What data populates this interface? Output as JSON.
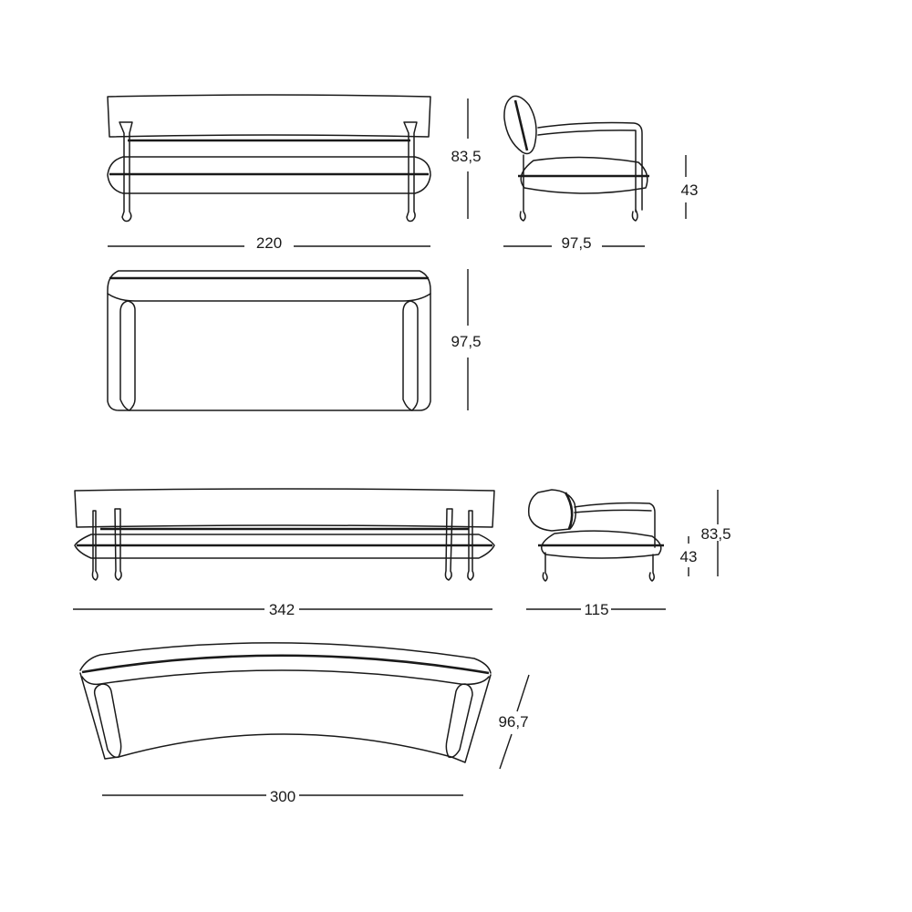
{
  "title": "Sofa dimension drawing",
  "units": "cm",
  "sofa_220": {
    "width": "220",
    "height": "83,5",
    "depth": "97,5",
    "side_depth": "97,5",
    "seat_height": "43"
  },
  "sofa_342": {
    "width": "342",
    "height": "83,5",
    "seat_height": "43",
    "side_depth": "115"
  },
  "curved_sofa": {
    "chord_width": "300",
    "depth": "96,7"
  },
  "colors": {
    "line": "#1a1a1a",
    "background": "#ffffff"
  }
}
